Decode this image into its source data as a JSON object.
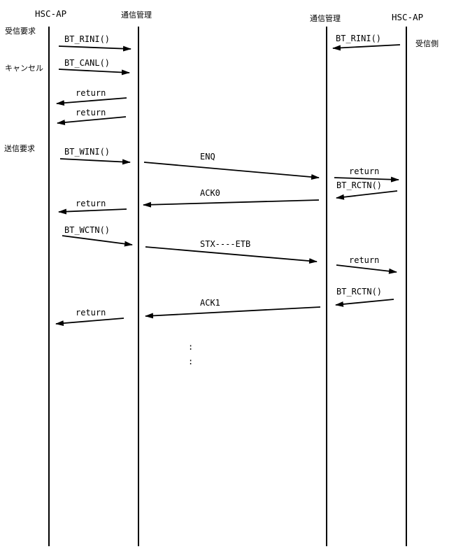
{
  "headers": {
    "sender_ap": "HSC-AP",
    "sender_comm": "通信管理",
    "receiver_comm": "通信管理",
    "receiver_ap": "HSC-AP"
  },
  "side_labels": {
    "receive_request": "受信要求",
    "cancel": "キャンセル",
    "send_request": "送信要求",
    "receiver_side": "受信側"
  },
  "messages": [
    {
      "id": "m1",
      "label": "BT_RINI()",
      "from": "sender_ap",
      "to": "sender_comm"
    },
    {
      "id": "m2",
      "label": "BT_RINI()",
      "from": "receiver_ap",
      "to": "receiver_comm"
    },
    {
      "id": "m3",
      "label": "BT_CANL()",
      "from": "sender_ap",
      "to": "sender_comm"
    },
    {
      "id": "m4",
      "label": "return",
      "from": "sender_comm",
      "to": "sender_ap"
    },
    {
      "id": "m5",
      "label": "return",
      "from": "sender_comm",
      "to": "sender_ap"
    },
    {
      "id": "m6",
      "label": "BT_WINI()",
      "from": "sender_ap",
      "to": "sender_comm"
    },
    {
      "id": "m7",
      "label": "ENQ",
      "from": "sender_comm",
      "to": "receiver_comm"
    },
    {
      "id": "m8",
      "label": "return",
      "from": "receiver_comm",
      "to": "receiver_ap"
    },
    {
      "id": "m9",
      "label": "BT_RCTN()",
      "from": "receiver_ap",
      "to": "receiver_comm"
    },
    {
      "id": "m10",
      "label": "ACK0",
      "from": "receiver_comm",
      "to": "sender_comm"
    },
    {
      "id": "m11",
      "label": "return",
      "from": "sender_comm",
      "to": "sender_ap"
    },
    {
      "id": "m12",
      "label": "BT_WCTN()",
      "from": "sender_ap",
      "to": "sender_comm"
    },
    {
      "id": "m13",
      "label": "STX----ETB",
      "from": "sender_comm",
      "to": "receiver_comm"
    },
    {
      "id": "m14",
      "label": "return",
      "from": "receiver_comm",
      "to": "receiver_ap"
    },
    {
      "id": "m15",
      "label": "BT_RCTN()",
      "from": "receiver_ap",
      "to": "receiver_comm"
    },
    {
      "id": "m16",
      "label": "ACK1",
      "from": "receiver_comm",
      "to": "sender_comm"
    },
    {
      "id": "m17",
      "label": "return",
      "from": "sender_comm",
      "to": "sender_ap"
    }
  ],
  "continuation": ":"
}
